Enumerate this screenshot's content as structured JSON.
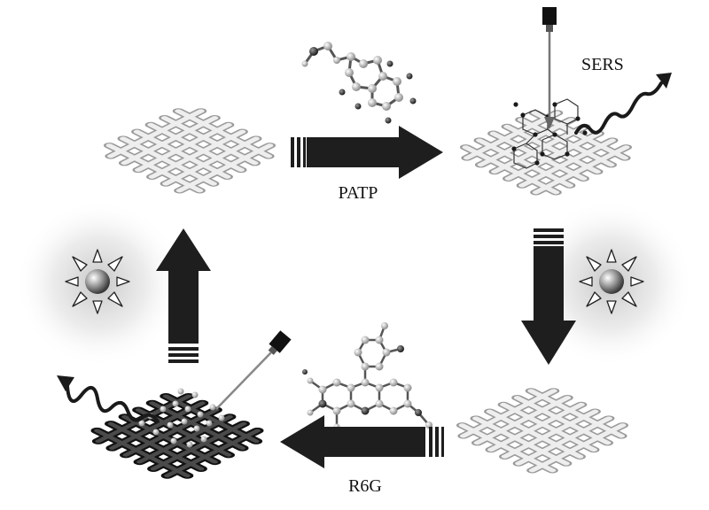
{
  "labels": {
    "top_arrow": "PATP",
    "bottom_arrow": "R6G",
    "signal": "SERS"
  },
  "colors": {
    "arrow": "#1e1e1e",
    "fabric_light": "#d9d9d9",
    "fabric_dark": "#2b2b2b",
    "glow": "#c8c8c8",
    "text": "#111111"
  },
  "icons": [
    "fabric-mesh",
    "molecule-ball-stick",
    "laser-source",
    "sun-light",
    "raman-wave"
  ]
}
